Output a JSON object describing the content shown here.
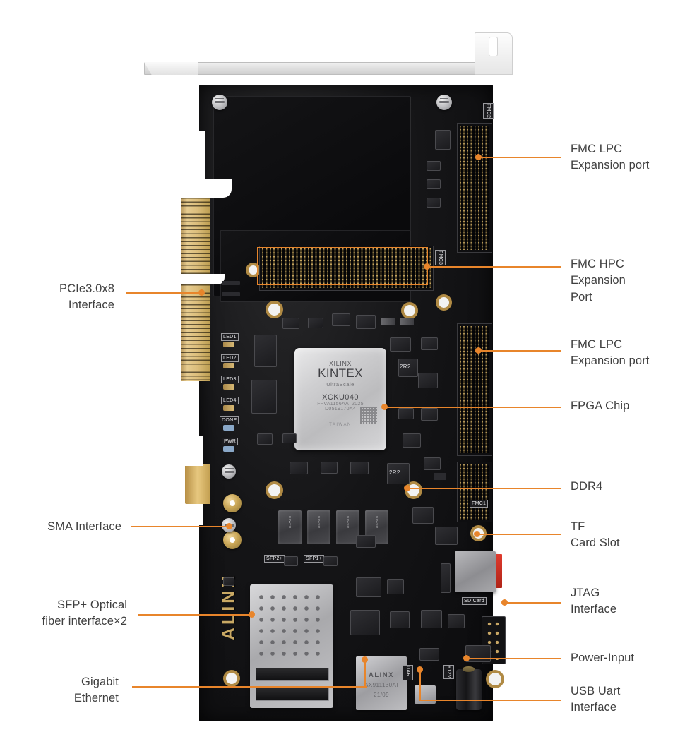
{
  "page": {
    "title": "ALINX FPGA Development Board — Annotated Interface Diagram",
    "accent_color": "#e8852b",
    "label_color": "#3f3f3f",
    "background": "#ffffff"
  },
  "callouts_right": [
    {
      "id": "fmc-lpc-top",
      "label": "FMC LPC\nExpansion port"
    },
    {
      "id": "fmc-hpc",
      "label": "FMC HPC\nExpansion\nPort"
    },
    {
      "id": "fmc-lpc-bottom",
      "label": "FMC LPC\nExpansion port"
    },
    {
      "id": "fpga-chip",
      "label": "FPGA Chip"
    },
    {
      "id": "ddr4",
      "label": "DDR4"
    },
    {
      "id": "tf-card-slot",
      "label": "TF\nCard Slot"
    },
    {
      "id": "jtag",
      "label": "JTAG\nInterface"
    },
    {
      "id": "power-input",
      "label": "Power-Input"
    },
    {
      "id": "usb-uart",
      "label": "USB Uart\nInterface"
    }
  ],
  "callouts_left": [
    {
      "id": "pcie",
      "label": "PCIe3.0x8\nInterface"
    },
    {
      "id": "sma",
      "label": "SMA Interface"
    },
    {
      "id": "sfp",
      "label": "SFP+ Optical\nfiber interface×2"
    },
    {
      "id": "ethernet",
      "label": "Gigabit\nEthernet"
    }
  ],
  "board": {
    "brand": "ALINX",
    "fpga": {
      "vendor": "XILINX",
      "family": "KINTEX",
      "series": "UltraScale",
      "part_number": "XCKU040",
      "line1": "FFVA1156AAT2025",
      "line2": "D0519170A4",
      "origin": "TAIWAN"
    },
    "ethernet_jack": {
      "brand": "ALINX",
      "model": "AX911130AI",
      "date_code": "21/09"
    },
    "ddr4_chips": [
      {
        "vendor": "MICRON",
        "marking": "D9WFR"
      },
      {
        "vendor": "MICRON",
        "marking": "D9WFR"
      },
      {
        "vendor": "MICRON",
        "marking": "D9WFR"
      },
      {
        "vendor": "MICRON",
        "marking": "D9WFR"
      }
    ],
    "silkscreen": {
      "fmc2": "FMC2",
      "fmc3": "FMC3",
      "fmc1": "FMC1",
      "sd_card": "SD Card",
      "sfp1": "SFP1+",
      "sfp2": "SFP2+",
      "uart": "UART",
      "power_12v": "+12V",
      "led1": "LED1",
      "led2": "LED2",
      "led3": "LED3",
      "led4": "LED4",
      "done": "DONE",
      "pwr": "PWR",
      "inductor_2r2": "2R2",
      "inductor_2r2b": "2R2"
    }
  }
}
